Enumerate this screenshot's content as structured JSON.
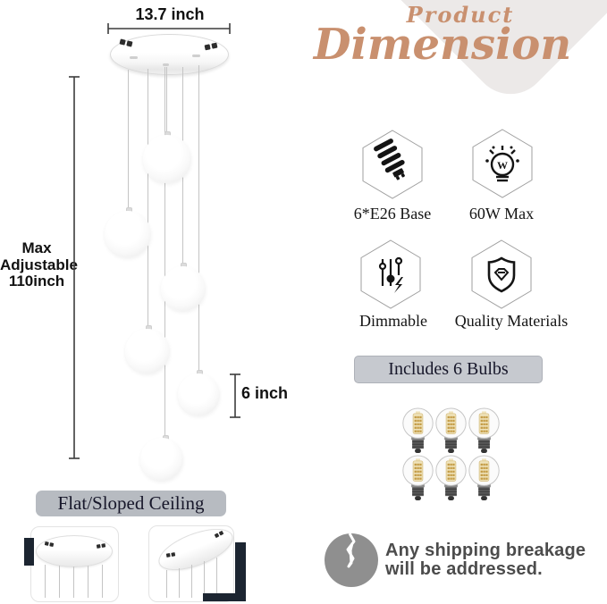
{
  "header": {
    "title_line1": "Product",
    "title_line2": "Dimension"
  },
  "dimensions": {
    "canopy_width": "13.7 inch",
    "max_height": "Max\nAdjustable\n110inch",
    "globe_diameter": "6 inch"
  },
  "features": [
    {
      "icon": "cfl-bulb-icon",
      "label": "6*E26 Base"
    },
    {
      "icon": "bulb-watt-icon",
      "label": "60W Max"
    },
    {
      "icon": "dimmer-sliders-icon",
      "label": "Dimmable"
    },
    {
      "icon": "shield-gem-icon",
      "label": "Quality Materials"
    }
  ],
  "bulbs": {
    "button_label": "Includes 6 Bulbs",
    "count": 6
  },
  "ceiling": {
    "button_label": "Flat/Sloped Ceiling"
  },
  "shipping": {
    "icon": "cracked-circle-icon",
    "message_line1": "Any shipping breakage",
    "message_line2": "will be addressed."
  },
  "colors": {
    "accent_copper": "#c9906f",
    "ribbon_gray": "#ece9e8",
    "button_gray": "#b7bbc1",
    "button_light_gray": "#c6c9cf",
    "dark_bracket": "#1c2531",
    "shipping_gray": "#8f8f8f",
    "text_dark": "#141414"
  }
}
